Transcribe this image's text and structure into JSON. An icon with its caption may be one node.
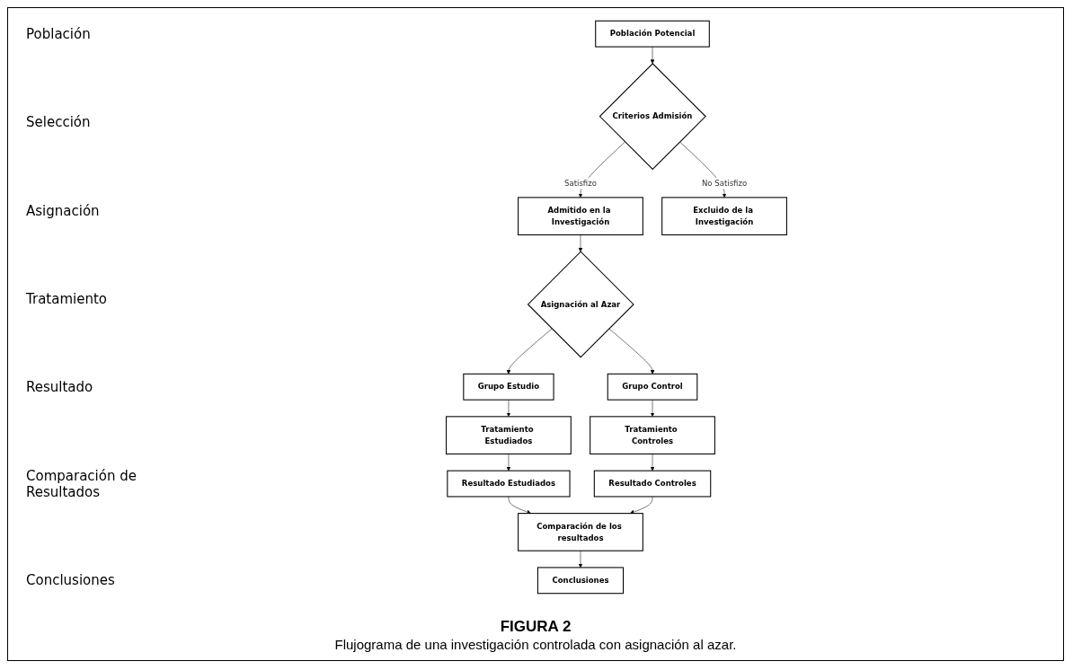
{
  "diagram": {
    "title": "FIGURA 2",
    "caption": "Flujograma de una investigación controlada con asignación al azar.",
    "nodes": [
      {
        "text": [
          "Población Potencial"
        ]
      },
      {
        "text": [
          "Criterios Admisión"
        ]
      },
      {
        "text": [
          "Admitido en la Investigación"
        ]
      },
      {
        "text": [
          "Excluido de la Investigación"
        ]
      },
      {
        "text": [
          "Asignación al Azar"
        ]
      },
      {
        "text": [
          "Grupo Estudio"
        ]
      },
      {
        "text": [
          "Grupo Control"
        ]
      },
      {
        "text": [
          "Tratamiento Estudiados"
        ]
      },
      {
        "text": [
          "Tratamiento Controles"
        ]
      },
      {
        "text": [
          "Resultado Estudiados"
        ]
      },
      {
        "text": [
          "Resultado Controles"
        ]
      },
      {
        "text": [
          "Comparación de los resultados"
        ]
      },
      {
        "text": [
          "Conclusiones"
        ]
      }
    ],
    "edges": [
      {
        "from": 0,
        "to": 1,
        "arrow": "to"
      },
      {
        "from": 1,
        "to": 2,
        "arrow": "to",
        "label": "Satisfizo"
      },
      {
        "from": 1,
        "to": 3,
        "arrow": "to",
        "label": "No Satisfizo"
      },
      {
        "from": 2,
        "to": 4,
        "arrow": "to"
      },
      {
        "from": 4,
        "to": 5,
        "arrow": "to"
      },
      {
        "from": 4,
        "to": 6,
        "arrow": "to"
      },
      {
        "from": 5,
        "to": 7,
        "arrow": "to"
      },
      {
        "from": 6,
        "to": 8,
        "arrow": "to"
      },
      {
        "from": 7,
        "to": 9,
        "arrow": "to"
      },
      {
        "from": 8,
        "to": 10,
        "arrow": "to"
      },
      {
        "from": 9,
        "to": 11,
        "arrow": "to"
      },
      {
        "from": 10,
        "to": 11,
        "arrow": "to"
      },
      {
        "from": 11,
        "to": 12,
        "arrow": "to"
      }
    ],
    "labels": [
      "Población",
      "Selección",
      "Asignación",
      "Tratamiento",
      "Resultado",
      "Comparación de Resultados",
      "Conclusiones"
    ]
  }
}
